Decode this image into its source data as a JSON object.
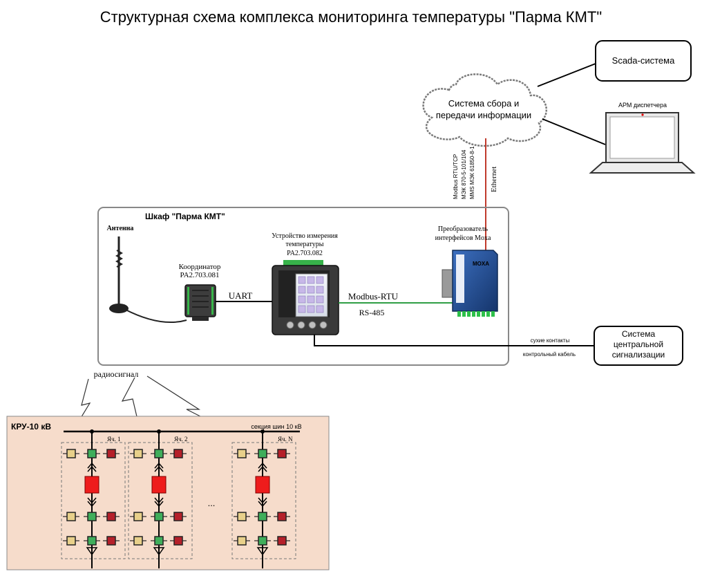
{
  "title": "Структурная схема комплекса мониторинга температуры \"Парма КМТ\"",
  "scada": {
    "label": "Scada-система"
  },
  "arm": {
    "label": "АРМ диспетчера"
  },
  "cloud": {
    "line1": "Система сбора и",
    "line2": "передачи информации"
  },
  "protocols": [
    "Modbus RTU/TCP",
    "МЭК 870-5-101/104",
    "MMS МЭК 61850-8-1"
  ],
  "ethernet_label": "Ethernet",
  "cabinet": {
    "label": "Шкаф \"Парма КМТ\""
  },
  "antenna": {
    "label": "Антенна"
  },
  "coordinator": {
    "line1": "Координатор",
    "line2": "PA2.703.081"
  },
  "measure_device": {
    "line1": "Устройство измерения",
    "line2": "температуры",
    "line3": "PA2.703.082"
  },
  "converter": {
    "line1": "Преобразователь",
    "line2": "интерфейсов Moxa"
  },
  "links": {
    "uart": "UART",
    "modbus": "Modbus-RTU",
    "rs485": "RS-485"
  },
  "signal": {
    "dry_contacts": "сухие контакты",
    "control_cable": "контрольный кабель",
    "system_line1": "Система",
    "system_line2": "центральной",
    "system_line3": "сигнализации"
  },
  "radio_label": "радиосигнал",
  "kru": {
    "label": "КРУ-10 кВ",
    "bus_label": "секция шин 10 кВ",
    "cells": [
      {
        "label": "Яч. 1"
      },
      {
        "label": "Яч. 2"
      },
      {
        "label": "Яч. N"
      }
    ],
    "ellipsis": "..."
  },
  "colors": {
    "ethernet_line": "#c0392b",
    "rs485_line": "#2e9e44",
    "kru_fill": "#f6dccb",
    "sensor_fill": "#ee1c1c",
    "moxa_body": "#1f4a8c"
  }
}
